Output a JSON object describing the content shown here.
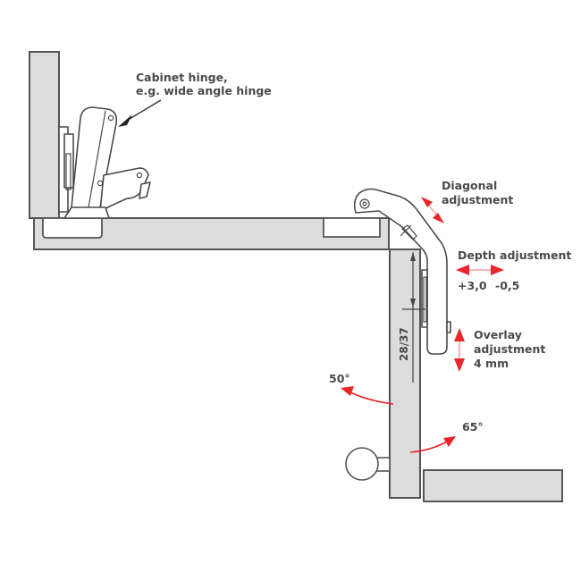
{
  "title": "Cabinet hinge adjustment diagram",
  "labels": {
    "cabinet_hinge_line1": "Cabinet hinge,",
    "cabinet_hinge_line2": "e.g. wide angle hinge",
    "diagonal_line1": "Diagonal",
    "diagonal_line2": "adjustment",
    "depth": "Depth adjustment",
    "depth_plus": "+3,0",
    "depth_minus": "-0,5",
    "overlay_line1": "Overlay",
    "overlay_line2": "adjustment",
    "overlay_line3": "4 mm",
    "dimension": "28/37",
    "angle_left": "50°",
    "angle_right": "65°"
  },
  "colors": {
    "panel_fill": "#dcdcdc",
    "outline": "#555555",
    "accent_red": "#e8262b",
    "text": "#4a4a4a"
  }
}
